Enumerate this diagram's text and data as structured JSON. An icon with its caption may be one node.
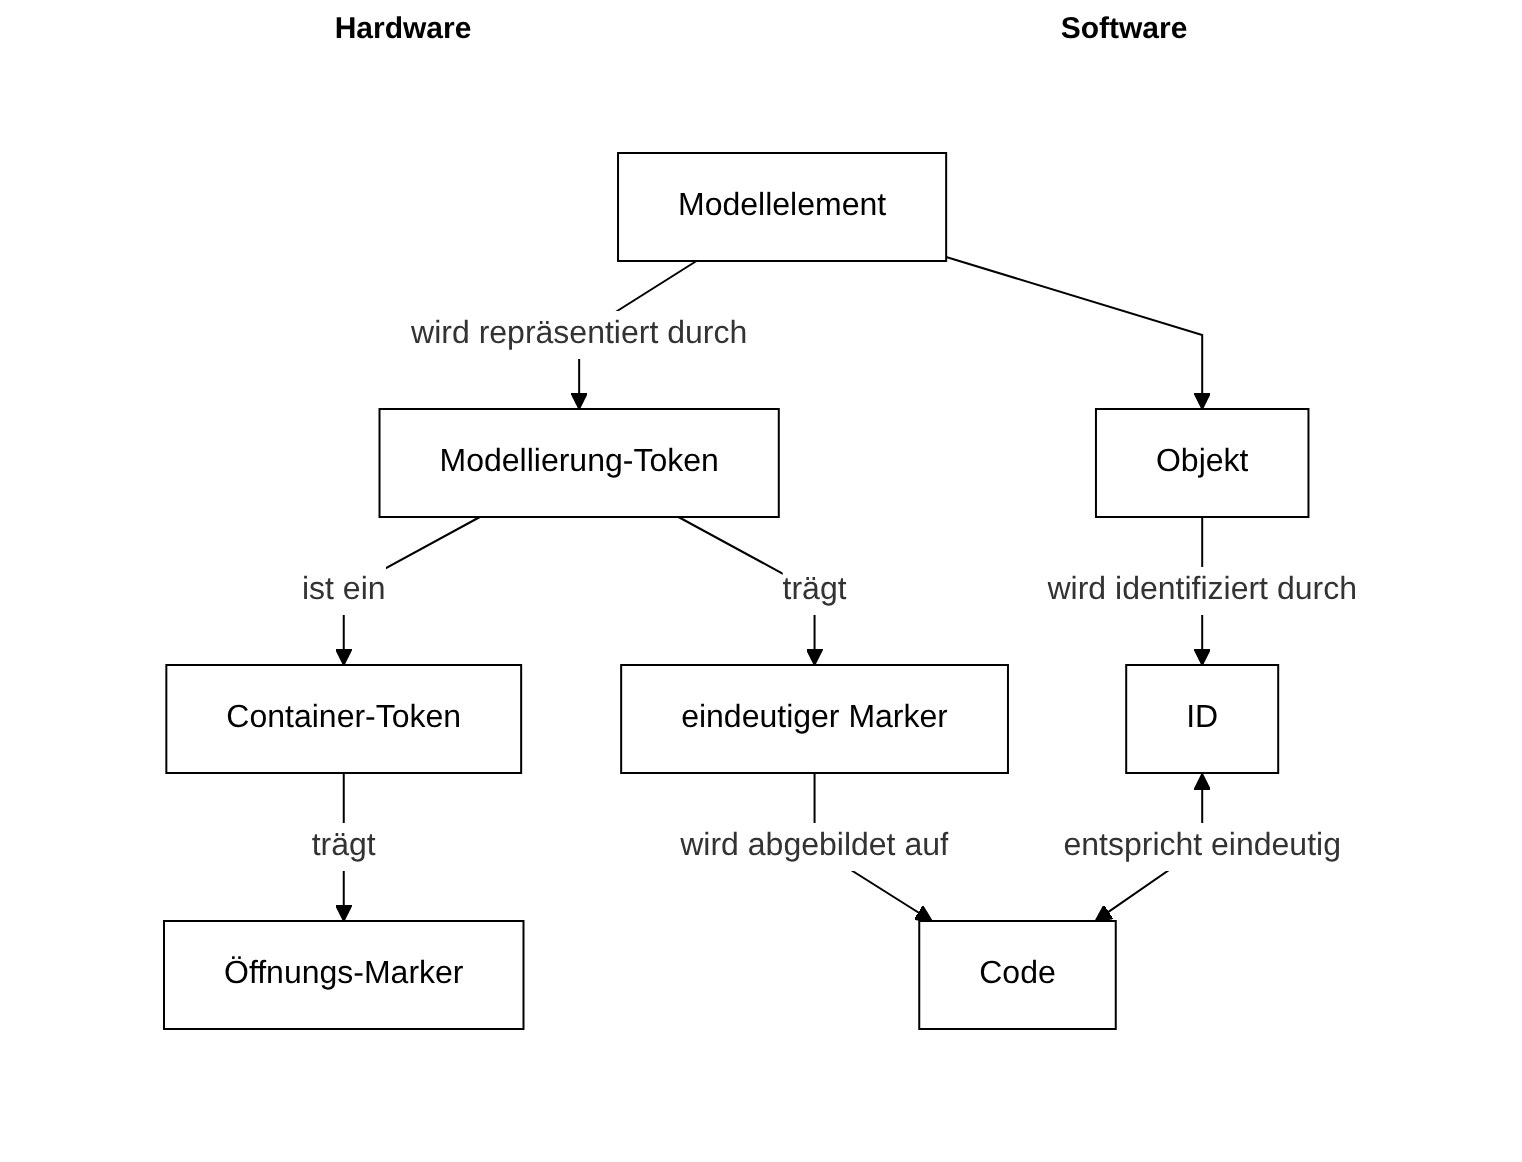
{
  "diagram": {
    "nodes": [
      {
        "text": [
          "Modellelement"
        ]
      },
      {
        "text": [
          "Modellierung-Token"
        ]
      },
      {
        "text": [
          "Objekt"
        ]
      },
      {
        "text": [
          "Container-Token"
        ]
      },
      {
        "text": [
          "eindeutiger Marker"
        ]
      },
      {
        "text": [
          "ID"
        ]
      },
      {
        "text": [
          "Öffnungs-Marker"
        ]
      },
      {
        "text": [
          "Code"
        ]
      }
    ],
    "edges": [
      {
        "from": 0,
        "to": 1,
        "arrow": "to",
        "label": "wird repräsentiert durch"
      },
      {
        "from": 0,
        "to": 2,
        "arrow": "to"
      },
      {
        "from": 1,
        "to": 3,
        "arrow": "to",
        "label": "ist ein"
      },
      {
        "from": 1,
        "to": 4,
        "arrow": "to",
        "label": "trägt"
      },
      {
        "from": 2,
        "to": 5,
        "arrow": "to",
        "label": "wird identifiziert durch"
      },
      {
        "from": 3,
        "to": 6,
        "arrow": "to",
        "label": "trägt"
      },
      {
        "from": 4,
        "to": 7,
        "arrow": "to",
        "label": "wird abgebildet auf"
      },
      {
        "from": 5,
        "to": 7,
        "arrow": "both",
        "label": "entspricht eindeutig"
      }
    ],
    "labels": [
      "Hardware",
      "Software"
    ]
  }
}
